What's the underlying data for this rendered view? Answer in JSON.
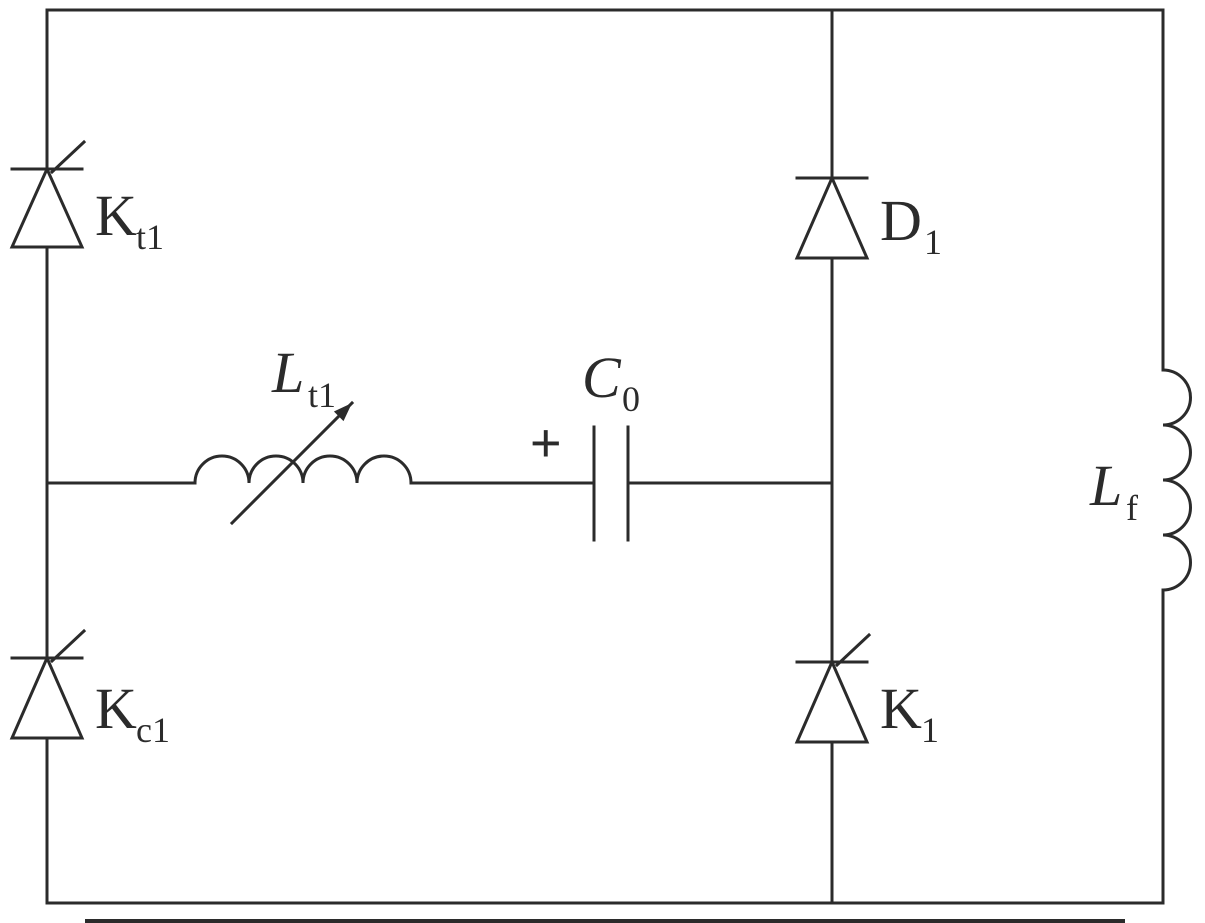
{
  "diagram": {
    "kind": "circuit-schematic",
    "background": "#ffffff",
    "line_color": "#2b2b2b"
  },
  "labels": {
    "kt1": {
      "main": "K",
      "sub": "t1"
    },
    "d1": {
      "main": "D",
      "sub": "1"
    },
    "kc1": {
      "main": "K",
      "sub": "c1"
    },
    "k1": {
      "main": "K",
      "sub": "1"
    },
    "lt1": {
      "main": "L",
      "sub": "t1"
    },
    "c0": {
      "main": "C",
      "sub": "0"
    },
    "lf": {
      "main": "L",
      "sub": "f"
    },
    "capacitor_polarity": "+"
  },
  "components": [
    {
      "id": "kt1",
      "type": "thyristor",
      "position": "left-rail-top"
    },
    {
      "id": "kc1",
      "type": "thyristor",
      "position": "left-rail-bottom"
    },
    {
      "id": "d1",
      "type": "diode",
      "position": "middle-rail-top"
    },
    {
      "id": "k1",
      "type": "thyristor",
      "position": "middle-rail-bottom"
    },
    {
      "id": "lt1",
      "type": "variable-inductor",
      "position": "middle-branch"
    },
    {
      "id": "c0",
      "type": "polarized-capacitor",
      "position": "middle-branch"
    },
    {
      "id": "lf",
      "type": "inductor",
      "position": "right-rail"
    }
  ]
}
